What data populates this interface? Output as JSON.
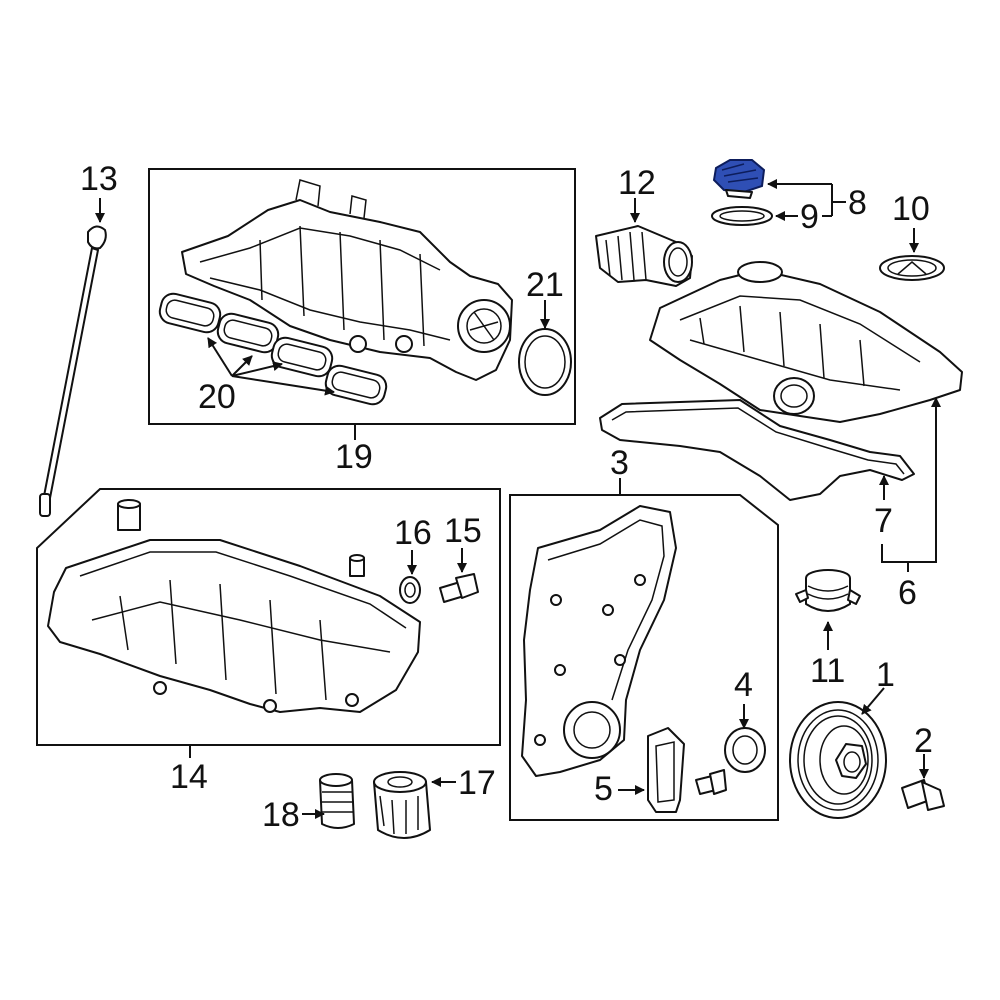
{
  "callouts": {
    "c1": "1",
    "c2": "2",
    "c3": "3",
    "c4": "4",
    "c5": "5",
    "c6": "6",
    "c7": "7",
    "c8": "8",
    "c9": "9",
    "c10": "10",
    "c11": "11",
    "c12": "12",
    "c13": "13",
    "c14": "14",
    "c15": "15",
    "c16": "16",
    "c17": "17",
    "c18": "18",
    "c19": "19",
    "c20": "20",
    "c21": "21"
  },
  "colors": {
    "highlight": "#2f4fb5",
    "line": "#111111",
    "background": "#ffffff"
  },
  "highlighted_part": "8"
}
